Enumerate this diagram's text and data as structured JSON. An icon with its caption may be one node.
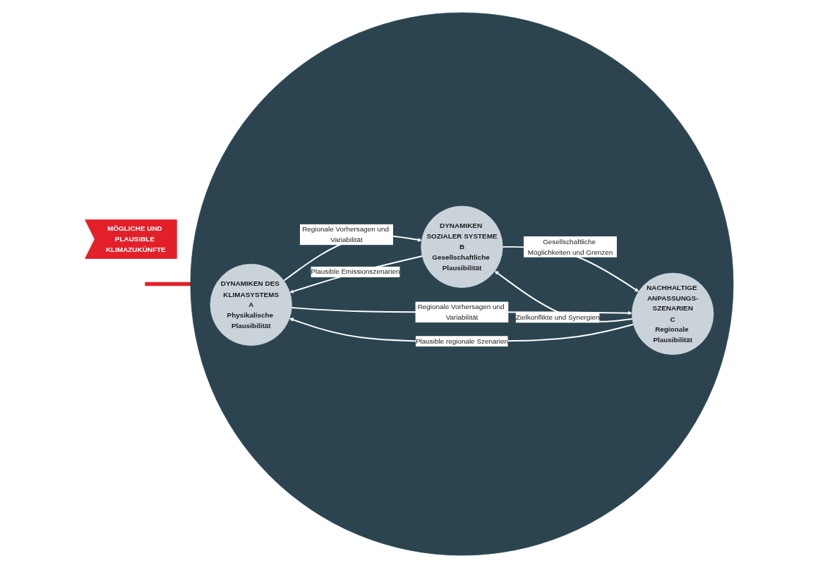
{
  "diagram": {
    "nodes": [
      {
        "text": [],
        "shape": "circle"
      },
      {
        "text": [
          "DYNAMIKEN DES KLIMASYSTEMS",
          "A",
          "Physikalische Plausibilität"
        ],
        "in": 0
      },
      {
        "text": [
          "DYNAMIKEN SOZIALER SYSTEME",
          "B",
          "Gesellschaftliche Plausibilität"
        ],
        "in": 0
      },
      {
        "text": [
          "NACHHALTIGE ANPASSUNGS-SZENARIEN",
          "C",
          "Regionale Plausibilität"
        ],
        "in": 0
      },
      {
        "text": [
          "MÖGLICHE UND PLAUSIBLE KLIMAZUKÜNFTE"
        ]
      }
    ],
    "edges": [
      {
        "from": 1,
        "to": 2,
        "arrow": "to",
        "label": "Regionale Vorhersagen und Variabilität"
      },
      {
        "from": 2,
        "to": 1,
        "arrow": "to",
        "label": "Plausible Emissionszenarien"
      },
      {
        "from": 2,
        "to": 3,
        "arrow": "to",
        "label": "Gesellschaftliche Möglichkeiten und Grenzen"
      },
      {
        "from": 3,
        "to": 2,
        "arrow": "to",
        "label": "Zielkonflikte und Synergien"
      },
      {
        "from": 1,
        "to": 3,
        "arrow": "to",
        "label": "Regionale Vorhersagen und Variabilität"
      },
      {
        "from": 3,
        "to": 1,
        "arrow": "to",
        "label": "Plausible regionale Szenarien"
      },
      {
        "from": null,
        "to": 0,
        "arrow": "to",
        "style": "thick",
        "color": "#e3202a"
      }
    ]
  }
}
